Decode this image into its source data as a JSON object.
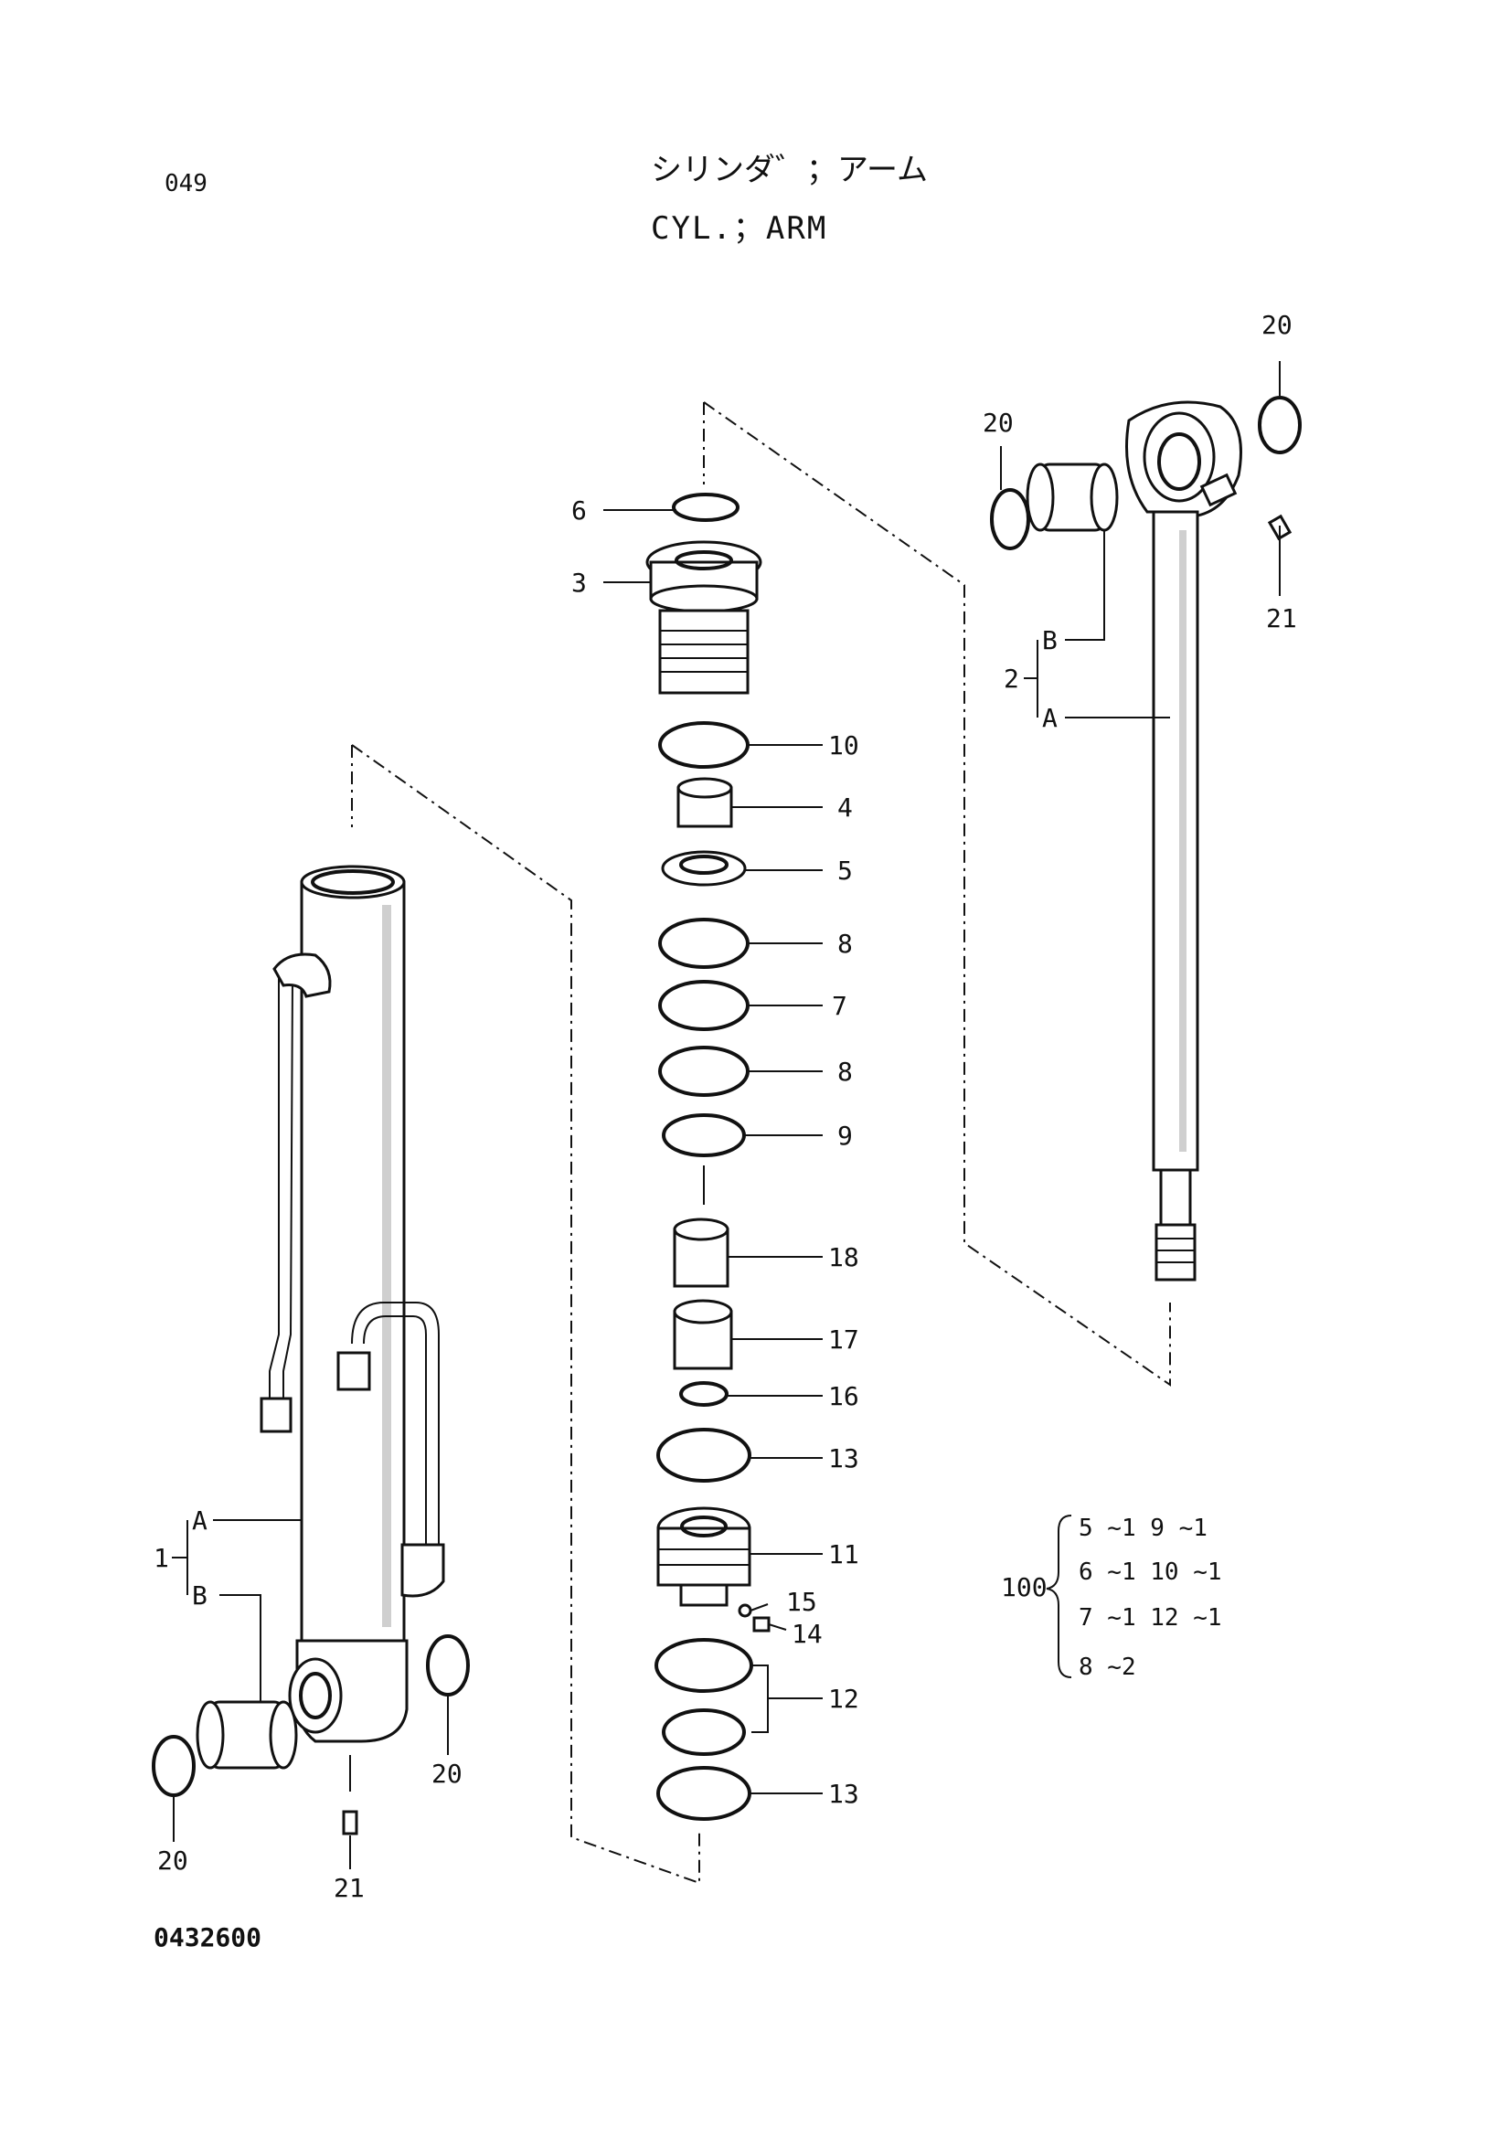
{
  "header": {
    "page_code": "049",
    "title_jp": "シリンダ゛；アーム",
    "title_en": "CYL.；ARM"
  },
  "footer": {
    "drawing_number": "0432600"
  },
  "callouts": {
    "p1": "1",
    "p1a": "A",
    "p1b": "B",
    "p2": "2",
    "p2a": "A",
    "p2b": "B",
    "p3": "3",
    "p4": "4",
    "p5": "5",
    "p6": "6",
    "p7": "7",
    "p8a": "8",
    "p8b": "8",
    "p9": "9",
    "p10": "10",
    "p11": "11",
    "p12": "12",
    "p13a": "13",
    "p13b": "13",
    "p14": "14",
    "p15": "15",
    "p16": "16",
    "p17": "17",
    "p18": "18",
    "p20a": "20",
    "p20b": "20",
    "p20c": "20",
    "p20d": "20",
    "p21a": "21",
    "p21b": "21"
  },
  "seal_kit": {
    "number": "100",
    "rows": [
      "5 ~1   9 ~1",
      "6 ~1   10 ~1",
      "7 ~1   12 ~1",
      "8 ~2"
    ]
  }
}
